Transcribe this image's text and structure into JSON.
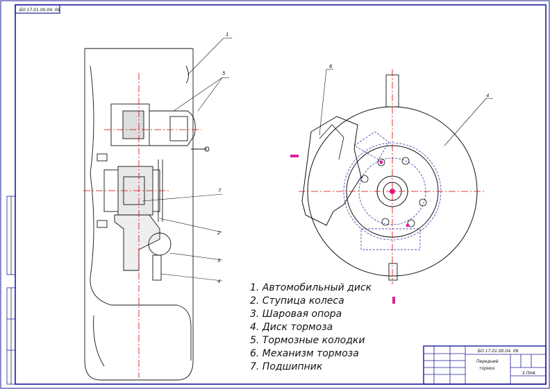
{
  "stamp_top": "БО 17.01.00.04. 08",
  "legend": [
    "1. Автомобильный диск",
    "2. Ступица колеса",
    "3. Шаровая опора",
    "4. Диск тормоза",
    "5. Тормозные колодки",
    "6. Механизм тормоза",
    "7. Подшипник"
  ],
  "callouts_left": [
    "1",
    "5",
    "7",
    "2",
    "3",
    "4"
  ],
  "callouts_right": [
    "6",
    "4"
  ],
  "title_block": {
    "code": "БО 17.01.00.04. 09",
    "title_line1": "Передний",
    "title_line2": "тормоз",
    "org": "5 ПНА"
  },
  "colors": {
    "frame": "#1a1a9c",
    "line": "#111111",
    "axis": "#d40000",
    "hidden": "#1a1a9c",
    "highlight": "#e0209a"
  }
}
